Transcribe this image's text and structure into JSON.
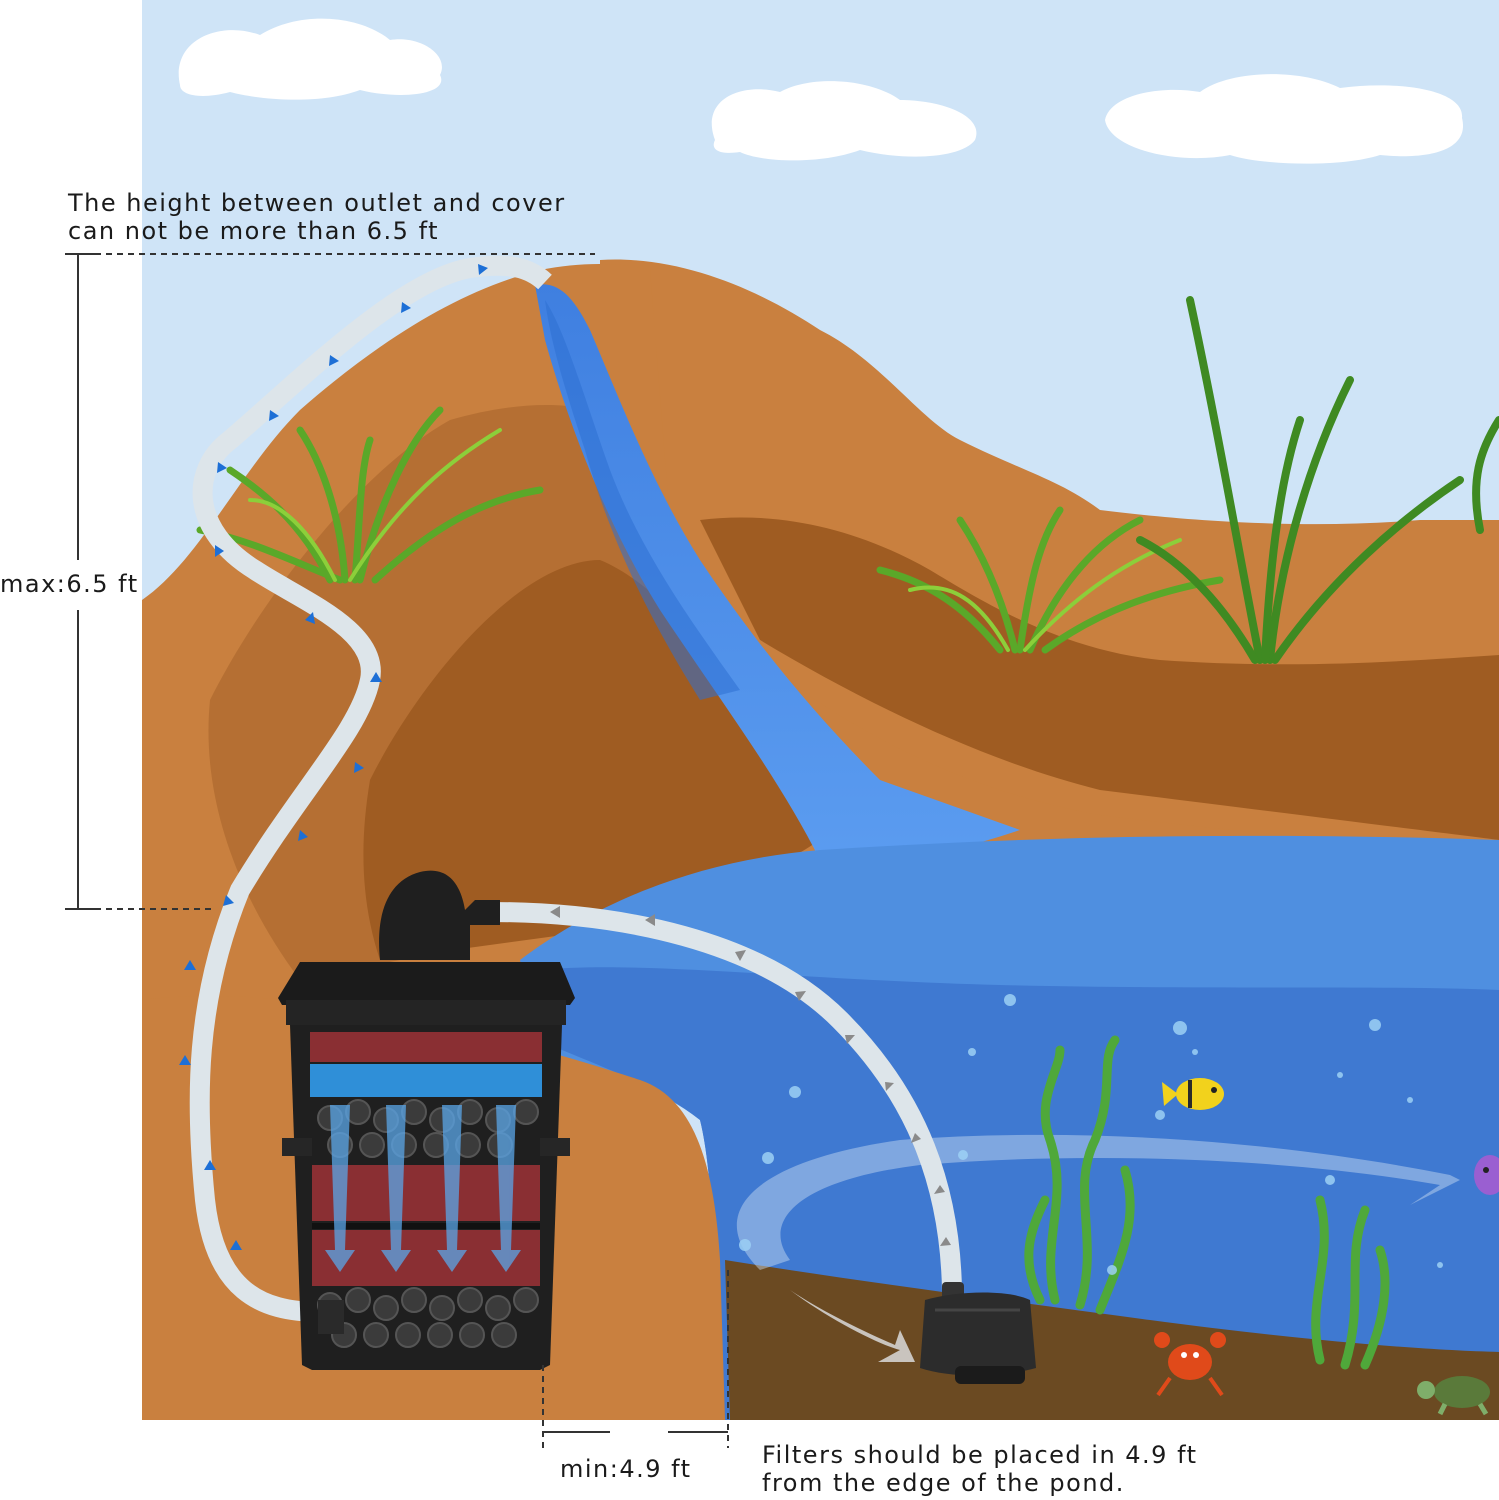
{
  "labels": {
    "height_note_line1": "The height between outlet and cover",
    "height_note_line2": "can not be more than 6.5 ft",
    "max_height": "max:6.5 ft",
    "min_distance": "min:4.9 ft",
    "placement_note_line1": "Filters should be placed in 4.9 ft",
    "placement_note_line2": "from the edge of the pond."
  },
  "colors": {
    "sky": "#cfe4f7",
    "ground": "#c9803f",
    "ground_dark": "#9f5c22",
    "water": "#4f8fe0",
    "water_deep": "#3f79d1",
    "pond_floor": "#6b4a22",
    "hose": "#dde5ea",
    "filter_body": "#1f1f1f",
    "sponge_red": "#8a2f33",
    "sponge_blue": "#2f8fd8",
    "grass": "#5aa829",
    "flow_arrow": "#1d6fd6"
  },
  "icons": [
    "filter-icon",
    "pump-icon",
    "fish-icon",
    "crab-icon",
    "turtle-icon",
    "grass-icon",
    "seaweed-icon",
    "cloud-icon"
  ]
}
